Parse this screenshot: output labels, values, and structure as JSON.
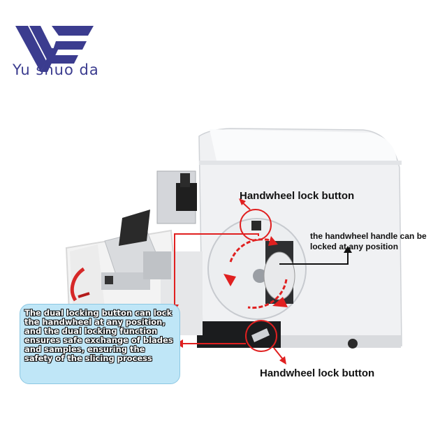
{
  "brand": {
    "name": "Yu shuo da",
    "accent_color": "#3b3c8f",
    "logo_icon": "yv-chevron-logo"
  },
  "product_image": {
    "icon": "microtome-machine",
    "highlight_color": "#e02020"
  },
  "callouts": {
    "top_label": "Handwheel lock button",
    "bottom_label": "Handwheel lock button",
    "right_note": "the handwheel handle can be locked at any position",
    "info_box": "The dual locking button can lock the handwheel at any position, and the dual locking function ensures safe exchange of blades and samples, ensuring the safety of the slicing process"
  }
}
